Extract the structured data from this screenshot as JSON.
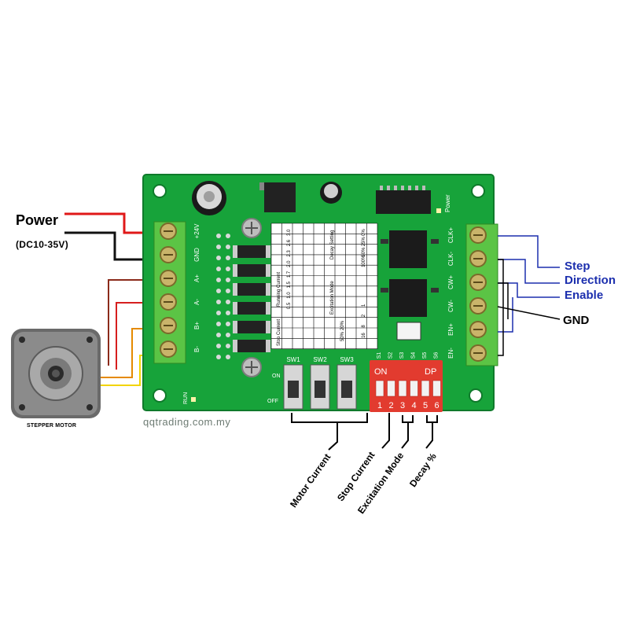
{
  "power": {
    "title": "Power",
    "range": "(DC10-35V)",
    "positive_wire_color": "#e01818",
    "negative_wire_color": "#111111"
  },
  "motor": {
    "caption": "STEPPER MOTOR",
    "wire_colors": [
      "#8b2a1a",
      "#d61f1f",
      "#e58a00",
      "#f2d400"
    ]
  },
  "signals": {
    "step": "Step",
    "direction": "Direction",
    "enable": "Enable",
    "gnd": "GND",
    "line_color": "#1c2fae"
  },
  "board": {
    "pcb_color": "#17a33a",
    "terminal_color": "#5bc445",
    "left_terminals": [
      "+24V",
      "GND",
      "A+",
      "A-",
      "B+",
      "B-"
    ],
    "right_terminals": [
      "CLK+",
      "CLK-",
      "CW+",
      "CW-",
      "EN+",
      "EN-"
    ],
    "power_led_label": "Power",
    "run_label": "RUN",
    "rotary_switches": [
      "SW1",
      "SW2",
      "SW3"
    ],
    "on_label": "ON",
    "off_label": "OFF",
    "dip": {
      "left_title": "ON",
      "right_title": "DP",
      "numbers": [
        "1",
        "2",
        "3",
        "4",
        "5",
        "6"
      ],
      "pin_labels": [
        "S1",
        "S2",
        "S3",
        "S4",
        "S5",
        "S6"
      ],
      "color": "#e23b2f"
    },
    "table": {
      "running_title": "Running Current",
      "stop_title": "Stop Current",
      "decay_title": "Decay Setting",
      "mode_title": "Excitation Mode",
      "current_values": [
        "3.0",
        "2.6",
        "2.3",
        "2.0",
        "1.7",
        "1.5",
        "1.0",
        "0.5"
      ],
      "decay_values": [
        "0%",
        "25%",
        "50%",
        "100%"
      ],
      "mode_values": [
        "1",
        "2",
        "8",
        "16"
      ],
      "stop_values": [
        "20%",
        "50%"
      ]
    }
  },
  "watermark": "qqtrading.com.my",
  "functions": {
    "motor_current": "Motor Current",
    "stop_current": "Stop Current",
    "excitation_mode": "Excitation Mode",
    "decay": "Decay %"
  }
}
